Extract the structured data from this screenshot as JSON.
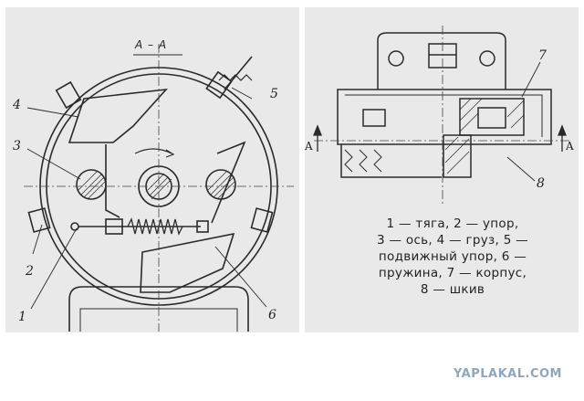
{
  "left_view": {
    "section_title": "A – A",
    "labels": [
      "4",
      "3",
      "2",
      "1",
      "5",
      "6"
    ]
  },
  "right_view": {
    "section_marks": [
      "A",
      "A"
    ],
    "labels": [
      "7",
      "8"
    ]
  },
  "legend": {
    "lines": [
      "1 — тяга,      2 — упор,",
      "3 — ось, 4 — груз, 5 —",
      "подвижный упор, 6 —",
      "пружина, 7 — корпус,",
      "8 — шкив"
    ]
  },
  "watermark": "YAPLAKAL.COM"
}
